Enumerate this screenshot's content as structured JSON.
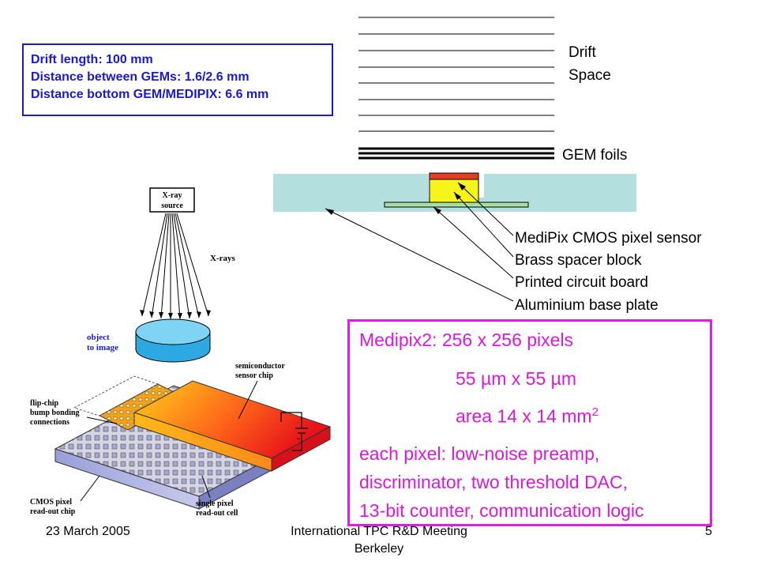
{
  "info_box": {
    "line1": "Drift length: 100 mm",
    "line2": "Distance between GEMs: 1.6/2.6 mm",
    "line3": "Distance bottom GEM/MEDIPIX: 6.6 mm"
  },
  "labels": {
    "drift_line1": "Drift",
    "drift_line2": "Space",
    "gem_foils": "GEM foils",
    "medipix_sensor": "MediPix CMOS pixel sensor",
    "brass_spacer": "Brass spacer block",
    "pcb": "Printed circuit board",
    "base_plate": "Aluminium base plate"
  },
  "specs": {
    "line1": "Medipix2: 256 x 256 pixels",
    "line2": "55 µm x 55 µm",
    "line3_prefix": "area 14 x 14 mm",
    "line3_sup": "2",
    "line4": "each pixel: low-noise preamp,",
    "line5": "discriminator, two threshold DAC,",
    "line6": "13-bit counter, communication  logic"
  },
  "illustration": {
    "xray_source_line1": "X-ray",
    "xray_source_line2": "source",
    "xrays": "X-rays",
    "object_line1": "object",
    "object_line2": "to image",
    "sensor_line1": "semiconductor",
    "sensor_line2": "sensor chip",
    "flipchip_line1": "flip-chip",
    "flipchip_line2": "bump bonding",
    "flipchip_line3": "connections",
    "cmos_line1": "CMOS pixel",
    "cmos_line2": "read-out chip",
    "pixel_line1": "single pixel",
    "pixel_line2": "read-out cell",
    "plus": "+",
    "minus": "-"
  },
  "footer": {
    "date": "23 March 2005",
    "meeting_line1": "International TPC R&D Meeting",
    "meeting_line2": "Berkeley",
    "page": "5"
  },
  "colors": {
    "info_text": "#1a1ac8",
    "spec_magenta": "#d81ad8",
    "base_plate": "#b3dfdf",
    "sensor_red": "#e83c1e",
    "brass_yellow": "#f5f51a",
    "pcb_green": "#a8e0a0",
    "object_blue": "#4fc8f0"
  }
}
